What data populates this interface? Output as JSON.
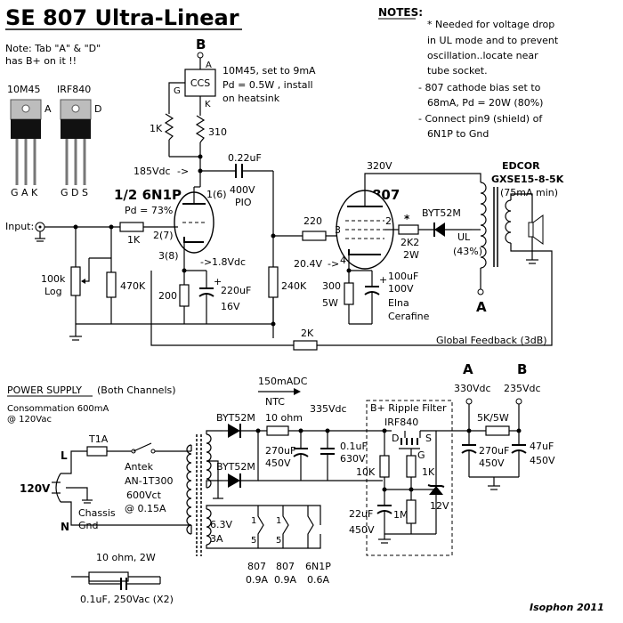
{
  "title": "SE 807 Ultra-Linear",
  "note_tabs": [
    "Note: Tab \"A\" & \"D\"",
    "has B+ on it !!"
  ],
  "parts": {
    "p10m45": {
      "name": "10M45",
      "tab": "A",
      "pins": "G A K"
    },
    "pirf": {
      "name": "IRF840",
      "tab": "D",
      "pins": "G D S"
    }
  },
  "notes": {
    "heading": "NOTES:",
    "lines": [
      "* Needed for voltage drop",
      "in UL mode and to prevent",
      "oscillation..locate near",
      "tube socket.",
      "- 807 cathode bias set to",
      "68mA, Pd = 20W (80%)",
      "- Connect pin9 (shield) of",
      "6N1P to Gnd"
    ]
  },
  "ccs": {
    "label": "CCS",
    "desc": [
      "10M45, set to 9mA",
      "Pd = 0.5W , install",
      "on heatsink"
    ],
    "pin_a": "A",
    "pin_g": "G",
    "pin_k": "K",
    "r_1k": "1K",
    "r_310": "310"
  },
  "b_node": "B",
  "a_node": "A",
  "driver": {
    "v_185": "185Vdc",
    "cap": [
      "0.22uF",
      "400V",
      "PIO"
    ],
    "tube": "1/2 6N1P",
    "pd": "Pd = 73%",
    "pin16": "1(6)",
    "pin27": "2(7)",
    "pin38": "3(8)",
    "v_18": "1.8Vdc",
    "r200": "200",
    "cap220": [
      "220uF",
      "16V"
    ]
  },
  "input": {
    "label": "Input:",
    "r1k": "1K",
    "pot": [
      "100k",
      "Log"
    ],
    "r470": "470K"
  },
  "output": {
    "v320": "320V",
    "tube": "807",
    "r220": "220",
    "r240": "240K",
    "v204": "20.4V",
    "pin2": "2",
    "pin3": "3",
    "pin4": "4",
    "star": "*",
    "r2k2": [
      "2K2",
      "2W"
    ],
    "diode": "BYT52M",
    "r300": [
      "300",
      "5W"
    ],
    "cap100": [
      "100uF",
      "100V",
      "Elna",
      "Cerafine"
    ],
    "transformer": [
      "EDCOR",
      "GXSE15-8-5K",
      "(75mA min)"
    ],
    "ul": [
      "UL",
      "(43%)"
    ]
  },
  "feedback": {
    "r2k": "2K",
    "label": "Global Feedback (3dB)"
  },
  "power": {
    "title": "POWER SUPPLY",
    "title_note": "(Both Channels)",
    "consumption": [
      "Consommation 600mA",
      "@ 120Vac"
    ],
    "current_150": "150mADC",
    "ntc": [
      "NTC",
      "10 ohm"
    ],
    "v335": "335Vdc",
    "fuse": "T1A",
    "l": "L",
    "n": "N",
    "v120": "120V",
    "chassis": [
      "Chassis",
      "Gnd"
    ],
    "antek": [
      "Antek",
      "AN-1T300",
      "600Vct",
      "@ 0.15A"
    ],
    "d1": "BYT52M",
    "d2": "BYT52M",
    "c270": [
      "270uF",
      "450V"
    ],
    "c01": [
      "0.1uF",
      "630V"
    ],
    "ripple": [
      "B+ Ripple Filter",
      "IRF840"
    ],
    "mos": {
      "d": "D",
      "s": "S",
      "g": "G"
    },
    "r10k": "10K",
    "r1k": "1K",
    "r1m": "1M",
    "c22": [
      "22uF",
      "450V"
    ],
    "zener": "12V",
    "a_v": "330Vdc",
    "b_v": "235Vdc",
    "r5k": "5K/5W",
    "c270b": [
      "270uF",
      "450V"
    ],
    "c47": [
      "47uF",
      "450V"
    ],
    "heater": [
      "6.3V",
      "3A"
    ],
    "h1": "1",
    "h5": "5",
    "h1b": "1",
    "h5b": "5",
    "loads": [
      {
        "name": "807",
        "cur": "0.9A"
      },
      {
        "name": "807",
        "cur": "0.9A"
      },
      {
        "name": "6N1P",
        "cur": "0.6A"
      }
    ],
    "snub": [
      "10 ohm, 2W",
      "0.1uF, 250Vac (X2)"
    ]
  },
  "credit": "Isophon 2011"
}
